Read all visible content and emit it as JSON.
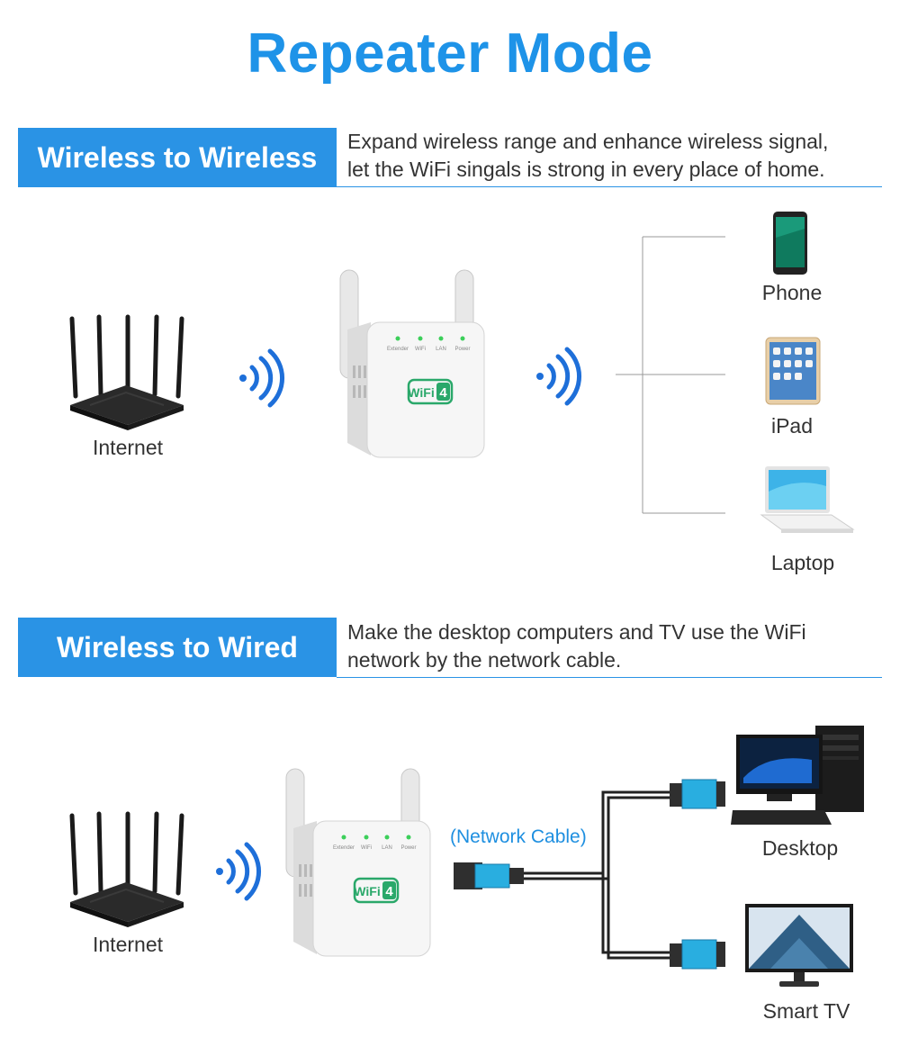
{
  "title": "Repeater Mode",
  "section1": {
    "banner": "Wireless to Wireless",
    "desc_line1": "Expand wireless range and enhance wireless signal,",
    "desc_line2": "let the WiFi singals is strong in every place of home.",
    "source_label": "Internet",
    "devices": [
      "Phone",
      "iPad",
      "Laptop"
    ]
  },
  "section2": {
    "banner": "Wireless to Wired",
    "desc_line1": "Make the desktop computers and TV use the WiFi",
    "desc_line2": "network by the network cable.",
    "source_label": "Internet",
    "cable_label": "(Network Cable)",
    "devices": [
      "Desktop",
      "Smart TV"
    ]
  },
  "extender": {
    "leds": [
      "Extender",
      "WiFi",
      "LAN",
      "Power"
    ],
    "badge": "WiFi",
    "badge_num": "4"
  },
  "colors": {
    "accent": "#2a93e5",
    "signal": "#1e6fd9",
    "led": "#3ccf5a",
    "badge": "#2aa86a",
    "cable_plug": "#29aee0"
  }
}
